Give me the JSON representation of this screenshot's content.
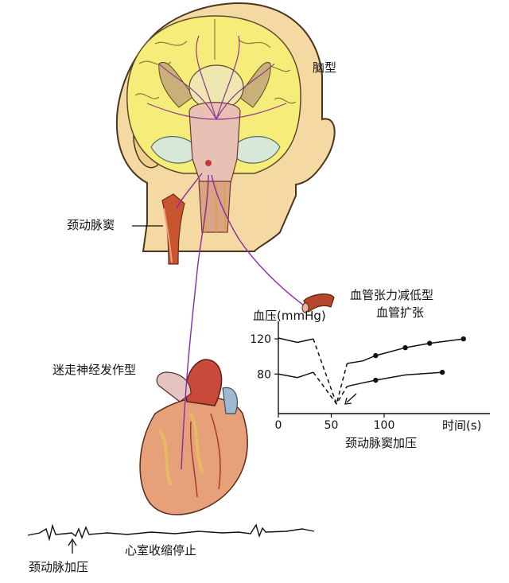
{
  "labels": {
    "brain_type": "脑型",
    "carotid_sinus": "颈动脉窦",
    "vasodepressor_line1": "血管张力减低型",
    "vasodepressor_line2": "血管扩张",
    "vagal_type": "迷走神经发作型",
    "ventricle_stop": "心室收缩停止",
    "ecg_carotid_pressure": "颈动脉加压"
  },
  "chart_data": {
    "type": "line",
    "ylabel": "血压(mmHg)",
    "xlabel": "时间(s)",
    "caption": "颈动脉窦加压",
    "x_ticks": [
      "0",
      "50",
      "100"
    ],
    "y_ticks": [
      "120",
      "80"
    ],
    "xlim": [
      0,
      180
    ],
    "ylim": [
      35,
      140
    ],
    "series": [
      {
        "values": [
          [
            0,
            121
          ],
          [
            18,
            116
          ],
          [
            33,
            120
          ],
          [
            55,
            46
          ],
          [
            65,
            92
          ],
          [
            80,
            95
          ],
          [
            92,
            101
          ],
          [
            120,
            110
          ],
          [
            143,
            115
          ],
          [
            175,
            120
          ]
        ],
        "markers": [
          [
            92,
            101
          ],
          [
            120,
            110
          ],
          [
            143,
            115
          ],
          [
            175,
            120
          ]
        ]
      },
      {
        "values": [
          [
            0,
            80
          ],
          [
            18,
            76
          ],
          [
            33,
            82
          ],
          [
            55,
            46
          ],
          [
            65,
            66
          ],
          [
            80,
            70
          ],
          [
            92,
            73
          ],
          [
            120,
            79
          ],
          [
            143,
            81
          ],
          [
            155,
            82
          ]
        ],
        "markers": [
          [
            92,
            73
          ],
          [
            155,
            82
          ]
        ]
      }
    ],
    "pressure_point_x": 55
  }
}
